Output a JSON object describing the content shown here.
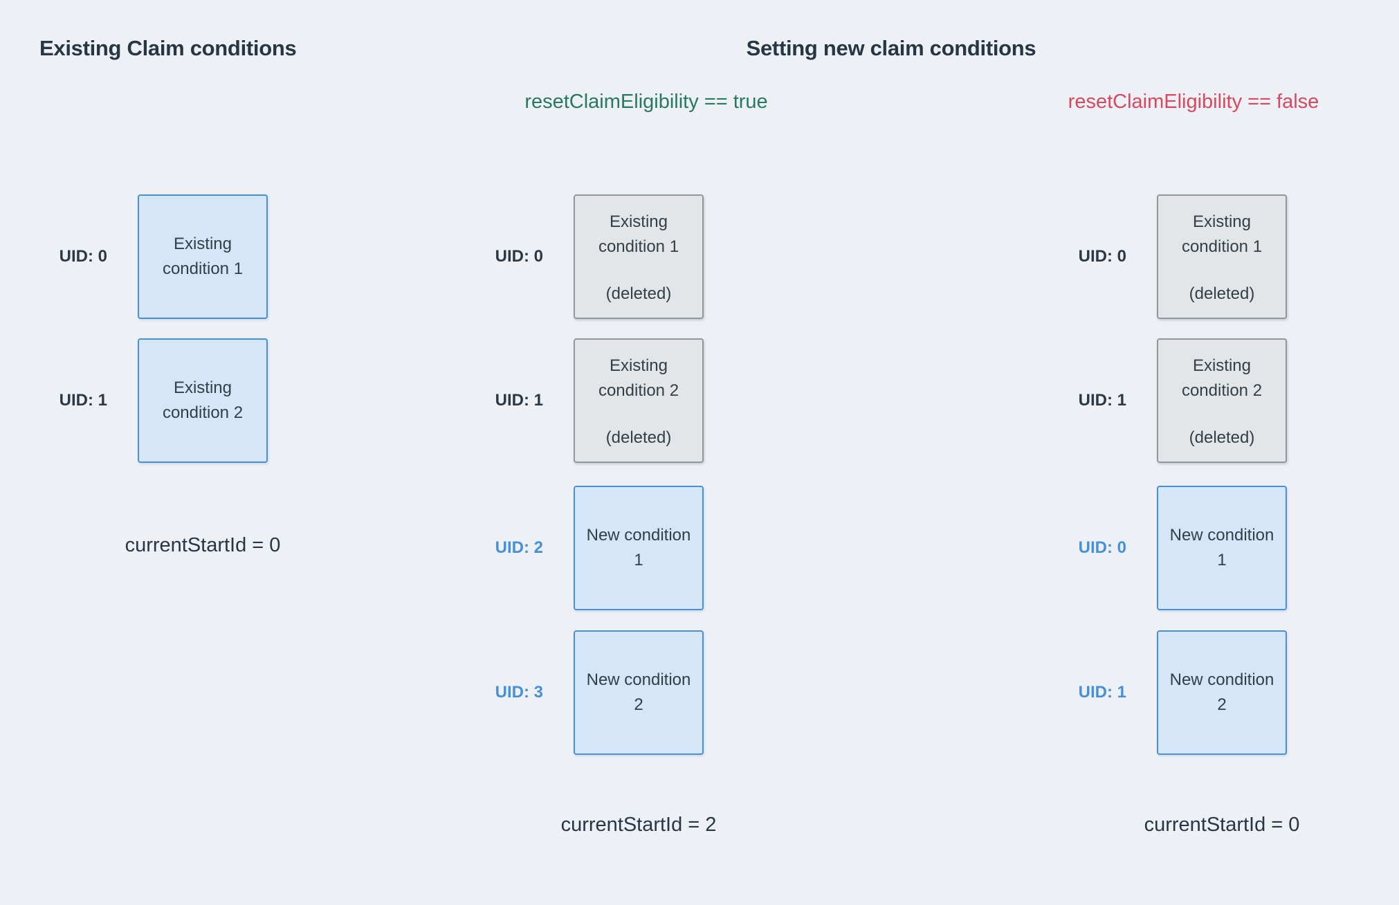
{
  "colors": {
    "background": "#edf1f5",
    "heading_text": "#273642",
    "box_text": "#333f47",
    "uid_dark": "#2c3945",
    "uid_blue": "#4690d7",
    "green": "#27795f",
    "red": "#d9485f",
    "box_blue_fill": "#d5e6f8",
    "box_blue_border": "#4a90d8",
    "box_gray_fill": "#e3e6e8",
    "box_gray_border": "#8f989d"
  },
  "headings": {
    "existing": "Existing Claim conditions",
    "setting": "Setting new claim conditions"
  },
  "branches": {
    "reset_true": "resetClaimEligibility == true",
    "reset_false": "resetClaimEligibility == false"
  },
  "existing_column": {
    "rows": [
      {
        "uid": "UID: 0",
        "line1": "Existing",
        "line2": "condition 1"
      },
      {
        "uid": "UID: 1",
        "line1": "Existing",
        "line2": "condition 2"
      }
    ],
    "footer": "currentStartId = 0"
  },
  "true_column": {
    "rows": [
      {
        "uid": "UID: 0",
        "line1": "Existing",
        "line2": "condition 1",
        "note": "(deleted)"
      },
      {
        "uid": "UID: 1",
        "line1": "Existing",
        "line2": "condition 2",
        "note": "(deleted)"
      },
      {
        "uid": "UID: 2",
        "line1": "New condition",
        "line2": "1"
      },
      {
        "uid": "UID: 3",
        "line1": "New condition",
        "line2": "2"
      }
    ],
    "footer": "currentStartId = 2"
  },
  "false_column": {
    "rows": [
      {
        "uid": "UID: 0",
        "line1": "Existing",
        "line2": "condition 1",
        "note": "(deleted)"
      },
      {
        "uid": "UID: 1",
        "line1": "Existing",
        "line2": "condition 2",
        "note": "(deleted)"
      },
      {
        "uid": "UID: 0",
        "line1": "New condition",
        "line2": "1"
      },
      {
        "uid": "UID: 1",
        "line1": "New condition",
        "line2": "2"
      }
    ],
    "footer": "currentStartId = 0"
  }
}
